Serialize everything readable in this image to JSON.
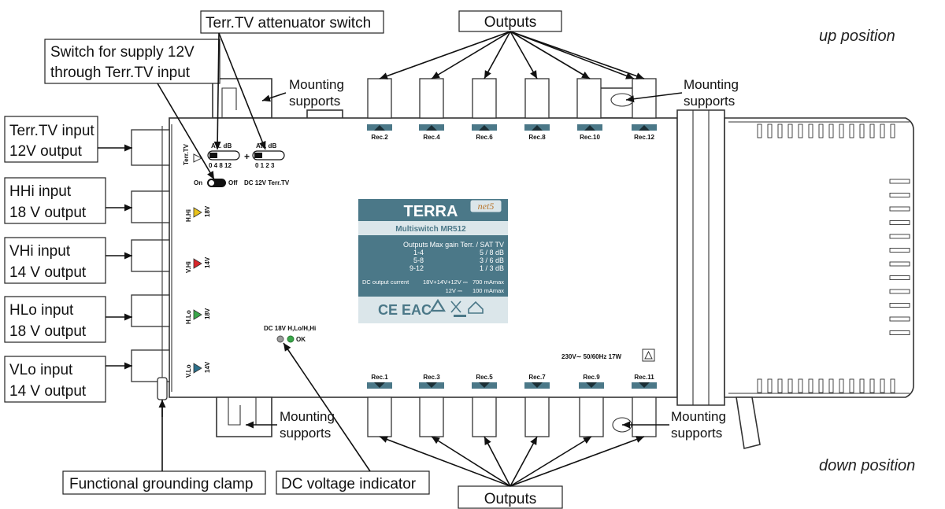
{
  "callouts": {
    "terr_att_switch": "Terr.TV attenuator switch",
    "supply_switch_line1": "Switch for supply 12V",
    "supply_switch_line2": "through Terr.TV input",
    "outputs_top": "Outputs",
    "outputs_bottom": "Outputs",
    "terr_input_line1": "Terr.TV input",
    "terr_input_line2": "12V output",
    "hhi_input_line1": "HHi input",
    "hhi_input_line2": "18 V output",
    "vhi_input_line1": "VHi input",
    "vhi_input_line2": "14 V output",
    "hlo_input_line1": "HLo input",
    "hlo_input_line2": "18 V output",
    "vlo_input_line1": "VLo input",
    "vlo_input_line2": "14 V output",
    "grounding": "Functional grounding clamp",
    "dc_indicator": "DC voltage indicator",
    "mounting_tl_1": "Mounting",
    "mounting_tl_2": "supports",
    "mounting_tr_1": "Mounting",
    "mounting_tr_2": "supports",
    "mounting_bl_1": "Mounting",
    "mounting_bl_2": "supports",
    "mounting_br_1": "Mounting",
    "mounting_br_2": "supports"
  },
  "positions": {
    "up": "up position",
    "down": "down position"
  },
  "device": {
    "brand": "TERRA",
    "brand_badge": "net5",
    "model": "Multiswitch MR512",
    "spec_header_left": "Outputs",
    "spec_header_right": "Max gain Terr. / SAT TV",
    "spec_rows": [
      {
        "outputs": "1-4",
        "gain": "5 / 8 dB"
      },
      {
        "outputs": "5-8",
        "gain": "3 / 6 dB"
      },
      {
        "outputs": "9-12",
        "gain": "1 / 3 dB"
      }
    ],
    "dc_current_label": "DC output current",
    "dc_current_18": "18V+14V+12V ⎓",
    "dc_current_18_value": "700 mAmax",
    "dc_current_12": "12V ⎓",
    "dc_current_12_value": "100 mAmax",
    "cert_marks": "CE EAC",
    "power_rating": "230V∼  50/60Hz  17W",
    "terr_tv": "Terr.TV",
    "att_db_1": "Att. dB",
    "att_scale_1": "0 4 8 12",
    "att_db_2": "Att. dB",
    "att_scale_2": "0 1 2 3",
    "plus": "+",
    "on": "On",
    "off": "Off",
    "dc_terr": "DC 12V Terr.TV",
    "dc_led_label": "DC 18V H,Lo/H,Hi",
    "ok": "OK",
    "inputs": [
      {
        "name": "H.Hi",
        "volt": "18V",
        "color": "#e8c21b"
      },
      {
        "name": "V.Hi",
        "volt": "14V",
        "color": "#d8262a"
      },
      {
        "name": "H.Lo",
        "volt": "18V",
        "color": "#3aa64a"
      },
      {
        "name": "V.Lo",
        "volt": "14V",
        "color": "#2b6f8a"
      }
    ],
    "rec_top": [
      "Rec.2",
      "Rec.4",
      "Rec.6",
      "Rec.8",
      "Rec.10",
      "Rec.12"
    ],
    "rec_bottom": [
      "Rec.1",
      "Rec.3",
      "Rec.5",
      "Rec.7",
      "Rec.9",
      "Rec.11"
    ]
  },
  "colors": {
    "label_blue": "#4b7888",
    "label_light": "#dbe6ea",
    "arrow_blue": "#3c6d7e"
  }
}
